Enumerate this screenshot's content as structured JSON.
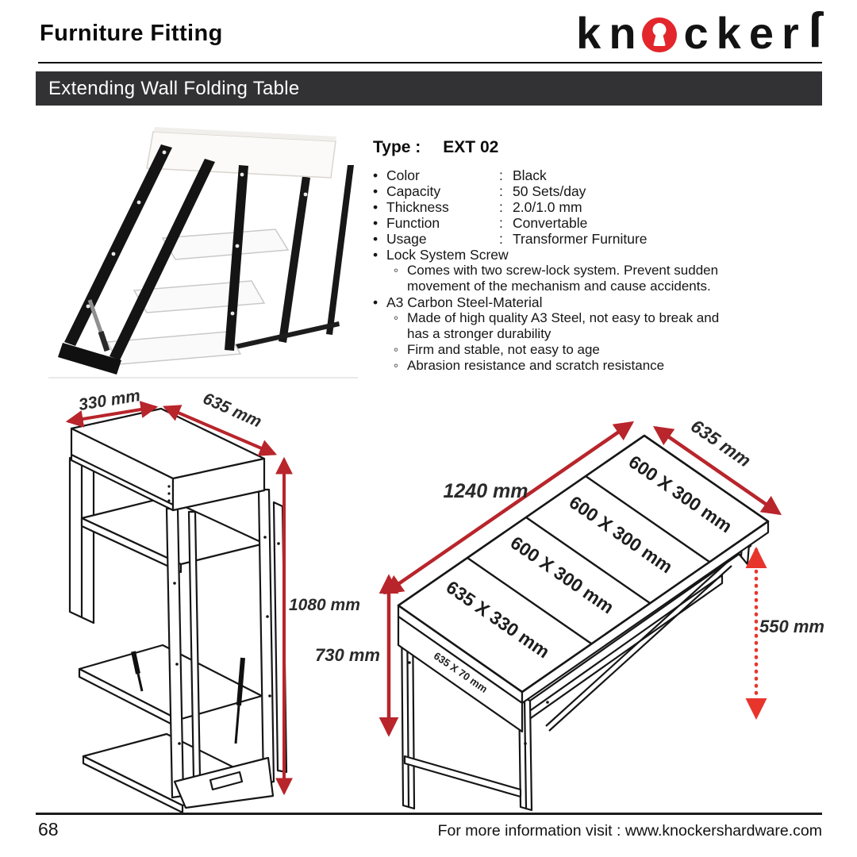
{
  "header": {
    "category_title": "Furniture Fitting",
    "brand": {
      "part1": "kn",
      "part2": "cker",
      "part3": "ſ"
    }
  },
  "title_bar": {
    "text": "Extending Wall Folding Table"
  },
  "specs": {
    "type_label": "Type :",
    "type_value": "EXT 02",
    "colon": ":",
    "bullet": "•",
    "sub_bullet": "◦",
    "rows": [
      {
        "label": "Color",
        "value": "Black"
      },
      {
        "label": "Capacity",
        "value": "50 Sets/day"
      },
      {
        "label": "Thickness",
        "value": "2.0/1.0 mm"
      },
      {
        "label": "Function",
        "value": "Convertable"
      },
      {
        "label": "Usage",
        "value": "Transformer Furniture"
      }
    ],
    "features": [
      {
        "title": "Lock System Screw",
        "subs": [
          "Comes with two screw-lock system. Prevent sudden movement of the mechanism and cause accidents."
        ]
      },
      {
        "title": "A3 Carbon Steel-Material",
        "subs": [
          "Made of high quality A3 Steel, not easy to break and has a stronger durability",
          "Firm and stable, not easy to age",
          "Abrasion resistance and scratch resistance"
        ]
      }
    ]
  },
  "dims": {
    "folded": {
      "width": "330 mm",
      "depth": "635 mm",
      "height": "1080 mm"
    },
    "extended": {
      "length": "1240 mm",
      "depth": "635 mm",
      "height": "730 mm",
      "clearance": "550 mm",
      "panels": [
        "635 X 330 mm",
        "600 X 300 mm",
        "600 X 300 mm",
        "600 X 300 mm"
      ],
      "apron": "635 X 70 mm"
    }
  },
  "footer": {
    "page_number": "68",
    "info_text": "For more information visit : www.knockershardware.com"
  },
  "colors": {
    "accent_red": "#b8252b",
    "dotted_red": "#e8352c",
    "bar_dark": "#323234",
    "logo_red": "#e2262c"
  }
}
